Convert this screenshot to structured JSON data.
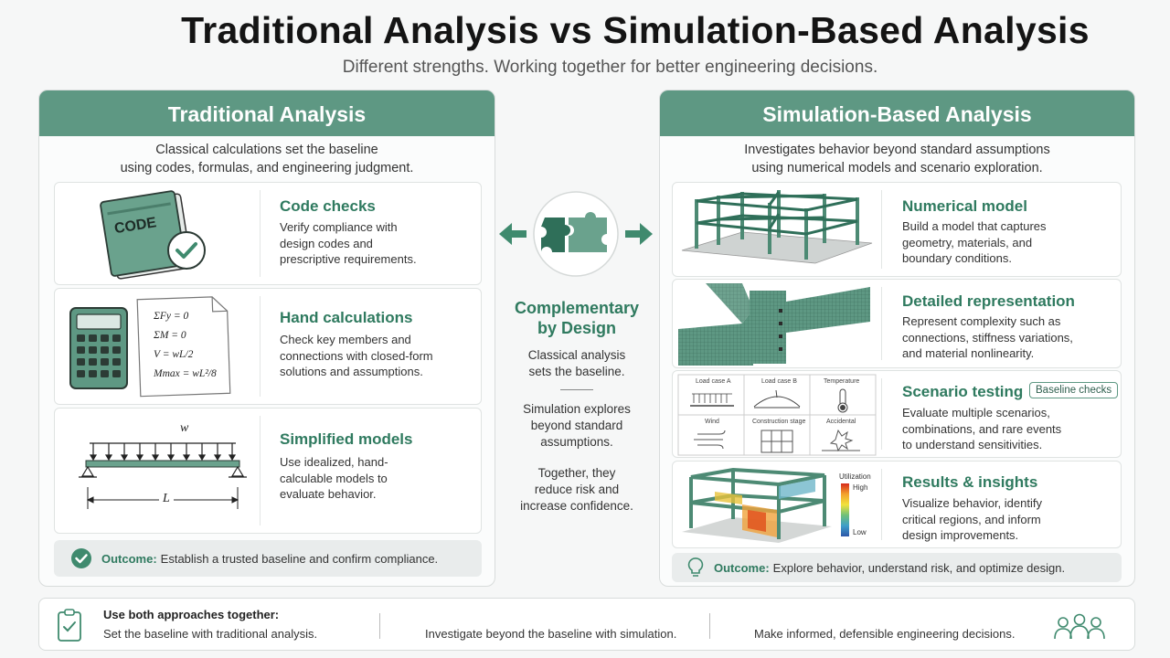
{
  "header": {
    "title": "Traditional Analysis vs Simulation-Based Analysis",
    "subtitle": "Different strengths. Working together for better engineering decisions."
  },
  "traditional": {
    "heading": "Traditional Analysis",
    "desc_line1": "Classical calculations set the baseline",
    "desc_line2": "using codes, formulas, and engineering judgment.",
    "cards": [
      {
        "title": "Code checks",
        "l1": "Verify compliance with",
        "l2": "design codes and",
        "l3": "prescriptive requirements.",
        "book_label": "CODE"
      },
      {
        "title": "Hand calculations",
        "l1": "Check key members and",
        "l2": "connections with closed-form",
        "l3": "solutions and assumptions.",
        "eq1": "ΣFy = 0",
        "eq2": "ΣM = 0",
        "eq3": "V = wL/2",
        "eq4": "Mmax = wL²/8"
      },
      {
        "title": "Simplified models",
        "l1": "Use idealized, hand-",
        "l2": "calculable models to",
        "l3": "evaluate behavior.",
        "load_label": "w",
        "span_label": "L"
      }
    ],
    "outcome_label": "Outcome:",
    "outcome_text": "Establish a trusted baseline and confirm compliance."
  },
  "center": {
    "title_l1": "Complementary",
    "title_l2": "by Design",
    "t1_l1": "Classical analysis",
    "t1_l2": "sets the baseline.",
    "t2_l1": "Simulation explores",
    "t2_l2": "beyond standard",
    "t2_l3": "assumptions.",
    "t3_l1": "Together, they",
    "t3_l2": "reduce risk and",
    "t3_l3": "increase confidence."
  },
  "simulation": {
    "heading": "Simulation-Based Analysis",
    "desc_line1": "Investigates behavior beyond standard assumptions",
    "desc_line2": "using numerical models and scenario exploration.",
    "cards": [
      {
        "title": "Numerical model",
        "l1": "Build a model that captures",
        "l2": "geometry, materials, and",
        "l3": "boundary conditions."
      },
      {
        "title": "Detailed representation",
        "l1": "Represent complexity such as",
        "l2": "connections, stiffness variations,",
        "l3": "and material nonlinearity."
      },
      {
        "title": "Scenario testing",
        "badge": "Baseline checks",
        "l1": "Evaluate multiple scenarios,",
        "l2": "combinations, and rare events",
        "l3": "to understand sensitivities.",
        "cells": [
          "Load case A",
          "Load case B",
          "Temperature",
          "Wind",
          "Construction stage",
          "Accidental"
        ]
      },
      {
        "title": "Results & insights",
        "l1": "Visualize behavior, identify",
        "l2": "critical regions, and inform",
        "l3": "design improvements.",
        "legend_title": "Utilization",
        "legend_high": "High",
        "legend_low": "Low"
      }
    ],
    "outcome_label": "Outcome:",
    "outcome_text": "Explore behavior, understand risk, and optimize design."
  },
  "footer": {
    "heading": "Use both approaches together:",
    "item1": "Set the baseline with traditional analysis.",
    "item2": "Investigate beyond the baseline with simulation.",
    "item3": "Make informed, defensible engineering decisions."
  },
  "colors": {
    "accent": "#5e9883",
    "accent_text": "#2f7a5f"
  }
}
